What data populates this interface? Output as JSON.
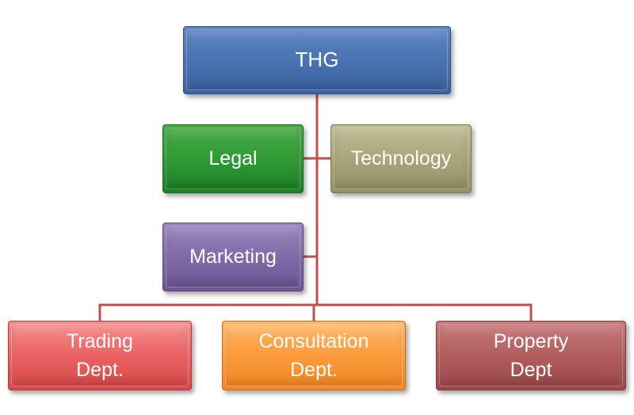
{
  "org_chart": {
    "root": {
      "label": "THG",
      "color": "#4a73b3"
    },
    "assistants": [
      {
        "label": "Legal",
        "color": "#2f9b35"
      },
      {
        "label": "Technology",
        "color": "#aaa57b"
      },
      {
        "label": "Marketing",
        "color": "#806aa8"
      }
    ],
    "departments": [
      {
        "label": "Trading\nDept.",
        "color": "#ea6262"
      },
      {
        "label": "Consultation\nDept.",
        "color": "#fb9b3b"
      },
      {
        "label": "Property\nDept",
        "color": "#b25d5d"
      }
    ],
    "connector_color": "#c0504d"
  }
}
